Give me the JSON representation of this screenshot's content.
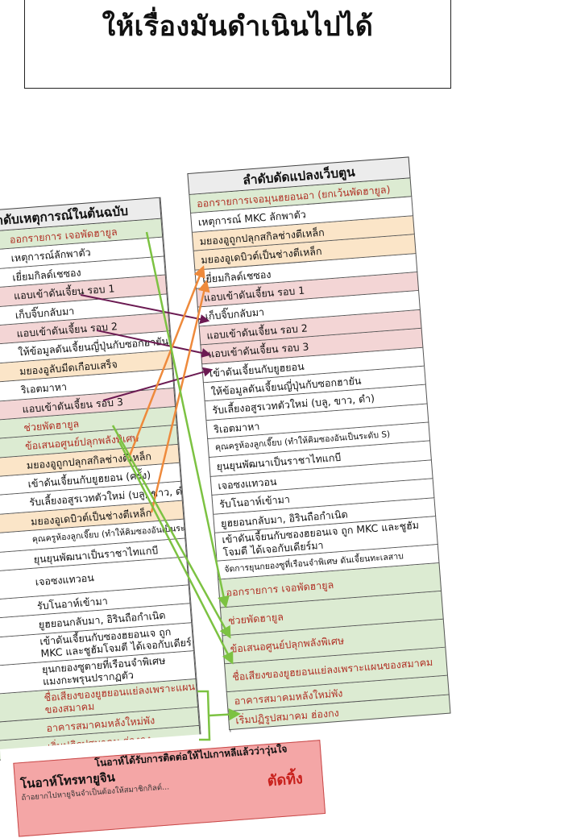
{
  "title": "ให้เรื่องมันดำเนินไปได้",
  "left_header": "ลำดับเหตุการณ์ในต้นฉบับ",
  "right_header": "ลำดับดัดแปลงเว็บตูน",
  "left_rows": [
    {
      "text": "ออกรายการ เจอพัดฮายูล",
      "color": "green"
    },
    {
      "text": "เหตุการณ์ลักพาตัว",
      "color": "white"
    },
    {
      "text": "เยี่ยมกิลด์เชซอง",
      "color": "white"
    },
    {
      "text": "แอบเข้าดันเจี้ยน รอบ 1",
      "color": "red"
    },
    {
      "text": "เก็บจิ๊บกลับมา",
      "color": "white"
    },
    {
      "text": "แอบเข้าดันเจี้ยน รอบ 2",
      "color": "red"
    },
    {
      "text": "ให้ข้อมูลดันเจี้ยนญี่ปุ่นกับซอกฮายัน",
      "color": "white"
    },
    {
      "text": "มยองอูลับมีดเกือบเสร็จ",
      "color": "orange"
    },
    {
      "text": "ริเอตมาหา",
      "color": "white"
    },
    {
      "text": "แอบเข้าดันเจี้ยน รอบ 3",
      "color": "red"
    },
    {
      "text": "ช่วยพัดฮายูล",
      "color": "green"
    },
    {
      "text": "ข้อเสนอศูนย์ปลุกพลังพิเศษ",
      "color": "green"
    },
    {
      "text": "มยองอูถูกปลุกสกิลช่างตีเหล็ก",
      "color": "orange"
    },
    {
      "text": "เข้าดันเจี้ยนกับยูฮยอน (ครั้ง)",
      "color": "white"
    },
    {
      "text": "รับเลี้ยงอสูรเวทตัวใหม่ (บลู, ขาว, ดำ)",
      "color": "white"
    },
    {
      "text": "มยองอูเดบิวต์เป็นช่างตีเหล็ก",
      "color": "orange"
    },
    {
      "text": "คุณครูห้องลูกเจี๊ยบ (ทำให้คิมซองอันเป็นระดับ S)",
      "color": "white",
      "size": "small"
    },
    {
      "text": "ยุนยุนพัฒนาเป็นราชาไทแกบี",
      "color": "white"
    },
    {
      "text": "เจอซงแทวอน",
      "color": "white",
      "size": "tall"
    },
    {
      "text": "รับโนอาห์เข้ามา",
      "color": "white"
    },
    {
      "text": "ยูฮยอนกลับมา, อิรินถือกำเนิด",
      "color": "white"
    },
    {
      "text": "เข้าดันเจี้ยนกับซองฮยอนเจ ถูก MKC และชูฮัมโจมตี ได้เจอกับเดียร์มา",
      "color": "white",
      "size": "multi"
    },
    {
      "text": "ยุนกยองซูตายที่เรือนจำพิเศษ แมงกะพรุนปรากฏตัว",
      "color": "white",
      "size": "multi"
    },
    {
      "text": "ชื่อเสียงของยูฮยอนแย่ลงเพราะแผนของสมาคม",
      "color": "green",
      "size": "multi"
    },
    {
      "text": "อาคารสมาคมหลังใหม่พัง",
      "color": "green"
    },
    {
      "text": "เริ่มปฏิรูปสมาคม ฮ่องกง",
      "color": "green"
    }
  ],
  "right_rows": [
    {
      "text": "ออกรายการเจอมุนฮยอนอา (ยกเว้นพัดฮายูล)",
      "color": "green"
    },
    {
      "text": "เหตุการณ์ MKC ลักพาตัว",
      "color": "white"
    },
    {
      "text": "มยองอูถูกปลุกสกิลช่างตีเหล็ก",
      "color": "orange"
    },
    {
      "text": "มยองอูเดบิวต์เป็นช่างตีเหล็ก",
      "color": "orange"
    },
    {
      "text": "เยี่ยมกิลด์เชซอง",
      "color": "white"
    },
    {
      "text": "แอบเข้าดันเจี้ยน รอบ 1",
      "color": "red"
    },
    {
      "text": "เก็บจิ๊บกลับมา",
      "color": "white"
    },
    {
      "text": "แอบเข้าดันเจี้ยน รอบ 2",
      "color": "red"
    },
    {
      "text": "แอบเข้าดันเจี้ยน รอบ 3",
      "color": "red"
    },
    {
      "text": "เข้าดันเจี้ยนกับยูฮยอน",
      "color": "white"
    },
    {
      "text": "ให้ข้อมูลดันเจี้ยนญี่ปุ่นกับซอกฮายัน",
      "color": "white"
    },
    {
      "text": "รับเลี้ยงอสูรเวทตัวใหม่ (บลู, ขาว, ดำ)",
      "color": "white"
    },
    {
      "text": "ริเอตมาหา",
      "color": "white"
    },
    {
      "text": "คุณครูห้องลูกเจี๊ยบ (ทำให้คิมซองอันเป็นระดับ S)",
      "color": "white",
      "size": "small"
    },
    {
      "text": "ยุนยุนพัฒนาเป็นราชาไทแกบี",
      "color": "white"
    },
    {
      "text": "เจอซงแทวอน",
      "color": "white"
    },
    {
      "text": "รับโนอาห์เข้ามา",
      "color": "white"
    },
    {
      "text": "ยูฮยอนกลับมา, อิรินถือกำเนิด",
      "color": "white"
    },
    {
      "text": "เข้าดันเจี้ยนกับซองฮยอนเจ ถูก MKC และชูฮัมโจมตี ได้เจอกับเดียร์มา",
      "color": "white",
      "size": "multi"
    },
    {
      "text": "จัดการยุนกยองซูที่เรือนจำพิเศษ ดันเจี้ยนทะเลสาบ",
      "color": "white",
      "size": "small"
    },
    {
      "text": "ออกรายการ เจอพัดฮายูล",
      "color": "green",
      "size": "tall"
    },
    {
      "text": "ช่วยพัดฮายูล",
      "color": "green",
      "size": "tall"
    },
    {
      "text": "ข้อเสนอศูนย์ปลุกพลังพิเศษ",
      "color": "green",
      "size": "tall"
    },
    {
      "text": "ชื่อเสียงของยูฮยอนแย่ลงเพราะแผนของสมาคม",
      "color": "green",
      "size": "tall"
    },
    {
      "text": "อาคารสมาคมหลังใหม่พัง",
      "color": "green"
    },
    {
      "text": "เริ่มปฏิรูปสมาคม ฮ่องกง",
      "color": "green"
    }
  ],
  "bottom_note": {
    "header": "โนอาห์ได้รับการติดต่อให้ไปเกาหลีแล้วว่าวุ่นใจ",
    "title": "โนอาห์โทรหายูจิน",
    "subtitle": "ถ้าอยากไปหายูจินจำเป็นต้องให้สมาชิกกิลด์...",
    "tag": "ตัดทิ้ง"
  },
  "colors": {
    "green": "#dcebd2",
    "red": "#f3d5d5",
    "orange": "#fbe5c8",
    "green_text": "#b03025",
    "arrow_green": "#7cc242",
    "arrow_orange": "#ee8a3c",
    "arrow_purple": "#6b1a52"
  }
}
